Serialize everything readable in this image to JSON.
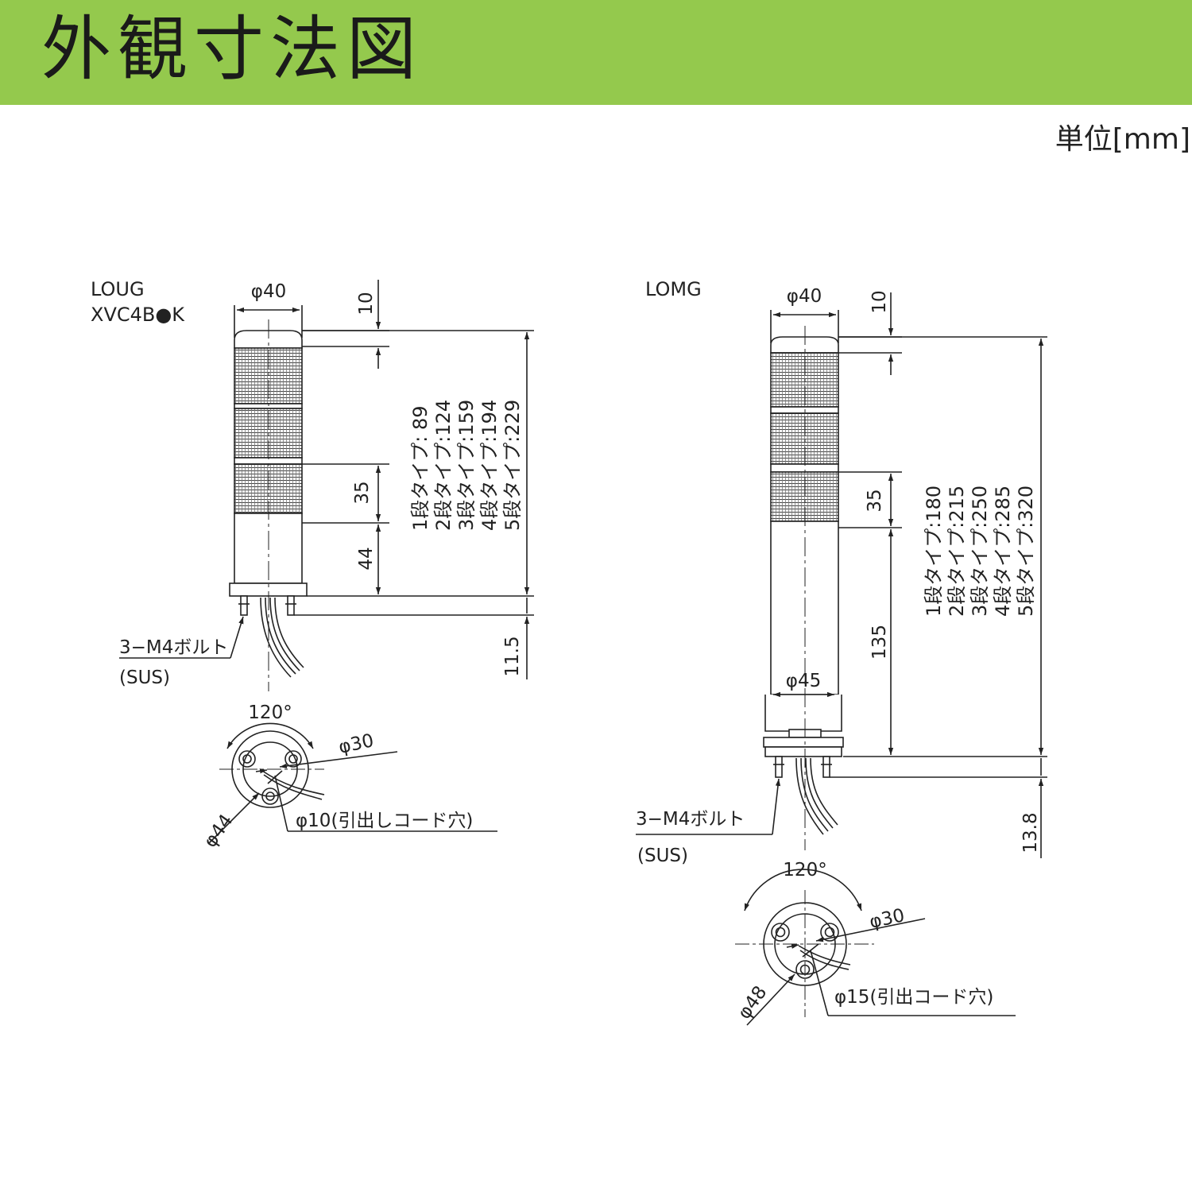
{
  "header": {
    "title": "外観寸法図",
    "bg_color": "#94c94d"
  },
  "unit_label": "単位[mm]",
  "left": {
    "model_line1": "LOUG",
    "model_line2": "XVC4B●K",
    "dia_top": "φ40",
    "dim_cap": "10",
    "dim_tier": "35",
    "dim_base": "44",
    "dim_bottom": "11.5",
    "heights": [
      "1段タイプ:  89",
      "2段タイプ:124",
      "3段タイプ:159",
      "4段タイプ:194",
      "5段タイプ:229"
    ],
    "bolt": "3−M4ボルト",
    "bolt_material": "(SUS)",
    "angle": "120°",
    "pcd": "φ30",
    "base_dia": "φ44",
    "cord_hole": "φ10(引出しコード穴)"
  },
  "right": {
    "model": "LOMG",
    "dia_top": "φ40",
    "dim_cap": "10",
    "dim_tier": "35",
    "dim_pole": "135",
    "dia_base": "φ45",
    "dim_bottom": "13.8",
    "heights": [
      "1段タイプ:180",
      "2段タイプ:215",
      "3段タイプ:250",
      "4段タイプ:285",
      "5段タイプ:320"
    ],
    "bolt": "3−M4ボルト",
    "bolt_material": "(SUS)",
    "angle": "120°",
    "pcd": "φ30",
    "base_dia": "φ48",
    "cord_hole": "φ15(引出コード穴)"
  },
  "colors": {
    "line": "#222222",
    "grille": "#555555"
  }
}
